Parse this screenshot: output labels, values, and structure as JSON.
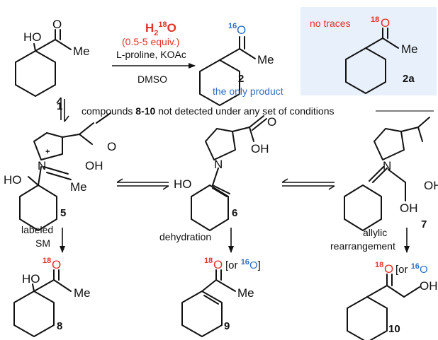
{
  "colors": {
    "red": "#e5312b",
    "blue": "#2f6fc2",
    "box": "#e7f0fb",
    "ink": "#111111",
    "gray": "#808080"
  },
  "reagents": {
    "water": "H",
    "water_sub": "2",
    "water_iso": "18",
    "water_o": "O",
    "equiv": "(0.5-5 equiv.)",
    "catalyst": "L-proline, KOAc",
    "solvent": "DMSO"
  },
  "atoms": {
    "ho": "HO",
    "o": "O",
    "me": "Me",
    "oh": "OH",
    "n": "N",
    "plus": "+"
  },
  "isotopes": {
    "o16": "16",
    "o18": "18"
  },
  "compounds": {
    "c1": "1",
    "c2": "2",
    "c2a": "2a",
    "c5": "5",
    "c6": "6",
    "c7": "7",
    "c8": "8",
    "c9": "9",
    "c10": "10"
  },
  "texts": {
    "only_product": "the only product",
    "no_traces": "no traces",
    "nd_prefix": "compounds ",
    "nd_bold": "8-10",
    "nd_suffix": " not detected under any set of conditions",
    "or_open": "[or ",
    "or_close": "]",
    "labeled": "labeled",
    "sm": "SM",
    "dehydration": "dehydration",
    "allylic": "allylic",
    "rearrangement": "rearrangement"
  }
}
